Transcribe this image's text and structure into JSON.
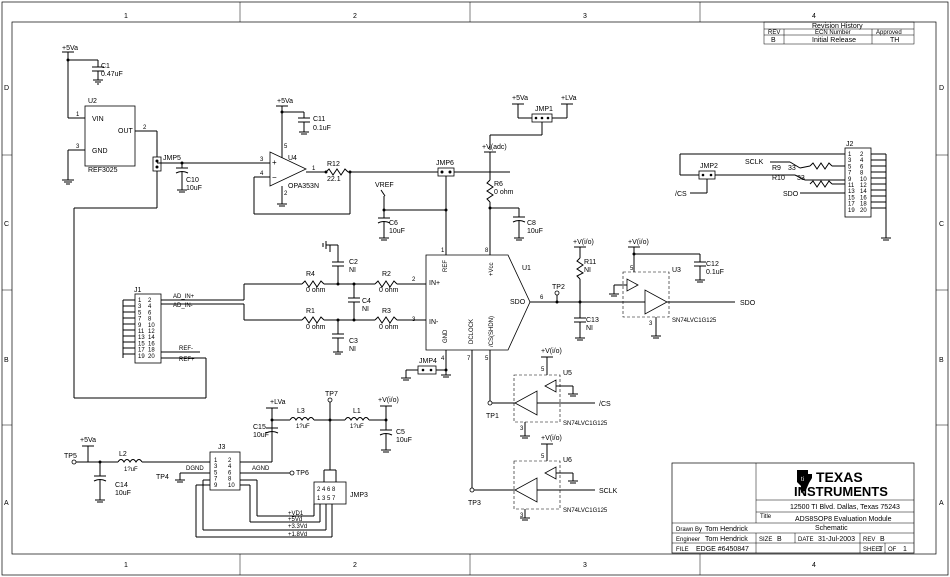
{
  "border": {
    "columns": [
      "1",
      "2",
      "3",
      "4"
    ],
    "rows": [
      "D",
      "C",
      "B",
      "A"
    ]
  },
  "revision_history": {
    "title": "Revision History",
    "headers": [
      "REV",
      "ECN Number",
      "Approved"
    ],
    "rows": [
      [
        "B",
        "Initial Release",
        "TH"
      ]
    ]
  },
  "title_block": {
    "company": "TEXAS",
    "company2": "INSTRUMENTS",
    "address": "12500 TI Blvd.  Dallas, Texas 75243",
    "title_label": "Title",
    "title_line1": "ADS8SOP8 Evaluation Module",
    "title_line2": "Schematic",
    "drawn_by_label": "Drawn By",
    "drawn_by": "Tom Hendrick",
    "engineer_label": "Engineer",
    "engineer": "Tom Hendrick",
    "date_label": "DATE",
    "date": "31-Jul-2003",
    "size_label": "SIZE",
    "size": "B",
    "file_label": "FILE",
    "file": "EDGE #6450847",
    "rev_label": "REV",
    "rev": "B",
    "sheet_label": "SHEET",
    "sheet": "1",
    "of_label": "OF",
    "of": "1"
  },
  "parts": {
    "U2": {
      "ref": "U2",
      "name": "REF3025",
      "vin": "VIN",
      "out": "OUT",
      "gnd": "GND",
      "p1": "1",
      "p2": "2",
      "p3": "3"
    },
    "U4": {
      "ref": "U4",
      "name": "OPA353N",
      "plus": "+",
      "minus": "−",
      "p3": "3",
      "p4": "4",
      "p1": "1",
      "p5": "5",
      "p2": "2"
    },
    "U1": {
      "ref": "U1",
      "ref_pin": "REF",
      "vcc": "+Vcc",
      "inp": "IN+",
      "inn": "IN-",
      "gnd": "GND",
      "dclock": "DCLOCK",
      "cs": "/CS(SHDN)",
      "sdo": "SDO",
      "p1": "1",
      "p2": "2",
      "p3": "3",
      "p4": "4",
      "p5": "5",
      "p6": "6",
      "p7": "7",
      "p8": "8"
    },
    "U3": {
      "ref": "U3",
      "name": "SN74LVC1G125",
      "p5": "5",
      "p3": "3"
    },
    "U5": {
      "ref": "U5",
      "name": "SN74LVC1G125",
      "p5": "5",
      "p3": "3"
    },
    "U6": {
      "ref": "U6",
      "name": "SN74LVC1G125",
      "p5": "5",
      "p3": "3"
    },
    "J1": {
      "ref": "J1",
      "pins_left": [
        "1",
        "3",
        "5",
        "7",
        "9",
        "11",
        "13",
        "15",
        "17",
        "19"
      ],
      "pins_right": [
        "2",
        "4",
        "6",
        "8",
        "10",
        "12",
        "14",
        "16",
        "18",
        "20"
      ]
    },
    "J2": {
      "ref": "J2",
      "pins_left": [
        "1",
        "3",
        "5",
        "7",
        "9",
        "11",
        "13",
        "15",
        "17",
        "19"
      ],
      "pins_right": [
        "2",
        "4",
        "6",
        "8",
        "10",
        "12",
        "14",
        "16",
        "18",
        "20"
      ]
    },
    "J3": {
      "ref": "J3",
      "pins_left": [
        "1",
        "3",
        "5",
        "7",
        "9"
      ],
      "pins_right": [
        "2",
        "4",
        "6",
        "8",
        "10"
      ]
    },
    "JMP3": {
      "ref": "JMP3",
      "top": "2 4 6 8",
      "bot": "1 3 5 7"
    }
  },
  "components": {
    "C1": {
      "ref": "C1",
      "val": "0.47uF"
    },
    "C10": {
      "ref": "C10",
      "val": "10uF"
    },
    "C11": {
      "ref": "C11",
      "val": "0.1uF"
    },
    "R12": {
      "ref": "R12",
      "val": "22.1"
    },
    "R6": {
      "ref": "R6",
      "val": "0 ohm"
    },
    "C6": {
      "ref": "C6",
      "val": "10uF"
    },
    "C8": {
      "ref": "C8",
      "val": "10uF"
    },
    "C2": {
      "ref": "C2",
      "val": "NI"
    },
    "C3": {
      "ref": "C3",
      "val": "NI"
    },
    "C4": {
      "ref": "C4",
      "val": "NI"
    },
    "R1": {
      "ref": "R1",
      "val": "0 ohm"
    },
    "R2": {
      "ref": "R2",
      "val": "0 ohm"
    },
    "R3": {
      "ref": "R3",
      "val": "0 ohm"
    },
    "R4": {
      "ref": "R4",
      "val": "0 ohm"
    },
    "R11": {
      "ref": "R11",
      "val": "NI"
    },
    "C12": {
      "ref": "C12",
      "val": "0.1uF"
    },
    "C13": {
      "ref": "C13",
      "val": "NI"
    },
    "R9": {
      "ref": "R9",
      "val": "33"
    },
    "R10": {
      "ref": "R10",
      "val": "33"
    },
    "C14": {
      "ref": "C14",
      "val": "10uF"
    },
    "C15": {
      "ref": "C15",
      "val": "10uF"
    },
    "C5": {
      "ref": "C5",
      "val": "10uF"
    },
    "L1": {
      "ref": "L1",
      "val": "1?uF"
    },
    "L2": {
      "ref": "L2",
      "val": "1?uF"
    },
    "L3": {
      "ref": "L3",
      "val": "1?uF"
    }
  },
  "jumpers": {
    "JMP1": "JMP1",
    "JMP2": "JMP2",
    "JMP4": "JMP4",
    "JMP5": "JMP5",
    "JMP6": "JMP6"
  },
  "test_points": {
    "TP1": "TP1",
    "TP2": "TP2",
    "TP3": "TP3",
    "TP4": "TP4",
    "TP5": "TP5",
    "TP6": "TP6",
    "TP7": "TP7"
  },
  "nets": {
    "v5a": "+5Va",
    "lva": "+LVa",
    "vadc": "+V(adc)",
    "vio": "+V(i/o)",
    "vref": "VREF",
    "sclk": "SCLK",
    "cs": "/CS",
    "sdo": "SDO",
    "ad_inp": "AD_IN+",
    "ad_inn": "AD_IN-",
    "refm": "REF-",
    "refp": "REF+",
    "dgnd": "DGND",
    "agnd": "AGND",
    "vd1": "+VD1",
    "v5d": "+5Vd",
    "v33d": "+3.3Vd",
    "v18d": "+1.8Vd"
  }
}
